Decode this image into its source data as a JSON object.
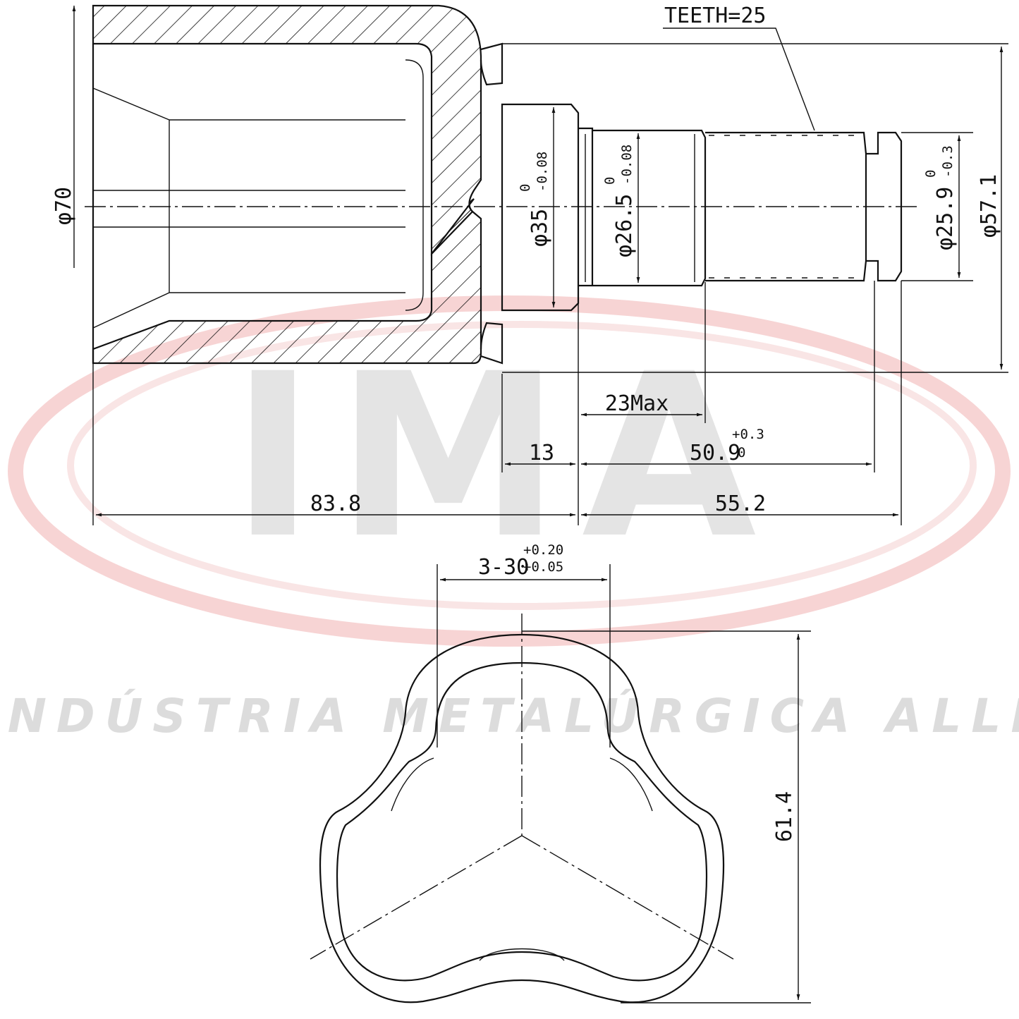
{
  "watermark": {
    "logo_text": "IMA",
    "tagline": "INDÚSTRIA METALÚRGICA ALLI",
    "colors": {
      "swoosh": "#f4c8c8",
      "letters": "#e4e4e4"
    }
  },
  "side_view": {
    "teeth_label": "TEETH=25",
    "dim_housing_dia": "φ70",
    "dim_collar_dia": "φ35",
    "dim_collar_tol_upper": "0",
    "dim_collar_tol_lower": "-0.08",
    "dim_shaft_dia": "φ26.5",
    "dim_shaft_tol_upper": "0",
    "dim_shaft_tol_lower": "-0.08",
    "dim_spline_dia": "φ25.9",
    "dim_spline_tol_upper": "0",
    "dim_spline_tol_lower": "-0.3",
    "dim_seal_dia": "φ57.1",
    "dim_23max": "23Max",
    "dim_13": "13",
    "dim_50_9": "50.9",
    "dim_50_9_tol_upper": "+0.3",
    "dim_50_9_tol_lower": "0",
    "dim_83_8": "83.8",
    "dim_55_2": "55.2"
  },
  "end_view": {
    "dim_tripod": "3-30",
    "dim_tripod_tol_upper": "+0.20",
    "dim_tripod_tol_lower": "+0.05",
    "dim_height": "61.4"
  }
}
